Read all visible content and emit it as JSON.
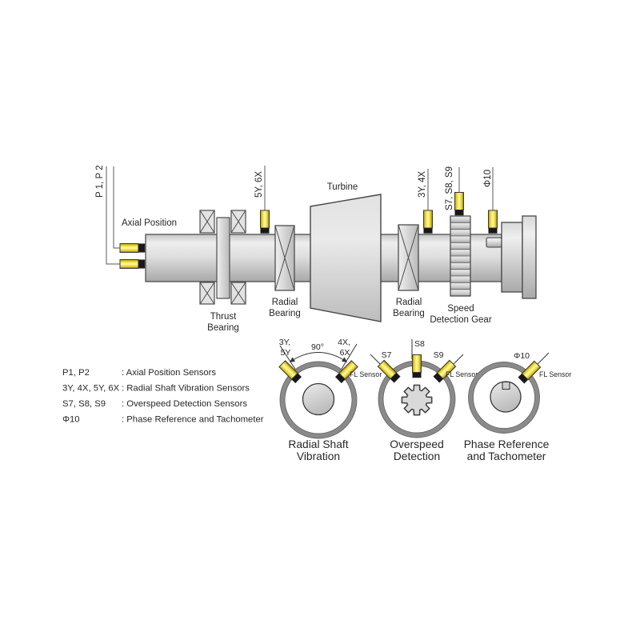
{
  "diagram": {
    "tags": {
      "p1p2": "P 1, P 2",
      "v5y6x": "5Y, 6X",
      "turbine": "Turbine",
      "v3y4x": "3Y, 4X",
      "s7s8s9": "S7, S8, S9",
      "phi10": "Φ10"
    },
    "labels": {
      "axial_position": "Axial Position",
      "thrust": [
        "Thrust",
        "Bearing"
      ],
      "radial_left": [
        "Radial",
        "Bearing"
      ],
      "radial_right": [
        "Radial",
        "Bearing"
      ],
      "speed_gear": [
        "Speed",
        "Detection Gear"
      ]
    }
  },
  "legend": {
    "rows": [
      {
        "key": "P1, P2",
        "value": ": Axial Position Sensors"
      },
      {
        "key": "3Y, 4X, 5Y, 6X",
        "value": ": Radial Shaft Vibration Sensors"
      },
      {
        "key": "S7, S8, S9",
        "value": ": Overspeed Detection Sensors"
      },
      {
        "key": "Φ10",
        "value": ": Phase Reference and Tachometer"
      }
    ]
  },
  "sections": [
    {
      "caption": [
        "Radial Shaft",
        "Vibration"
      ],
      "left": [
        "3Y,",
        "5Y"
      ],
      "angle": "90°",
      "right": [
        "4X,",
        "6X"
      ],
      "fl": "FL Sensor"
    },
    {
      "caption": [
        "Overspeed",
        "Detection"
      ],
      "s7": "S7",
      "s8": "S8",
      "s9": "S9",
      "fl": "FL Sensor"
    },
    {
      "caption": [
        "Phase Reference",
        "and Tachometer"
      ],
      "phi": "Φ10",
      "fl": "FL Sensor"
    }
  ],
  "colors": {
    "sensor_yellow": "#f4e12d",
    "sensor_highlight": "#fdf8ae",
    "sensor_tip": "#181818",
    "metal_light": "#ededed",
    "metal_dark": "#ababab",
    "ring_gray": "#8a8a8a",
    "outline": "#474747",
    "text": "#272727"
  }
}
